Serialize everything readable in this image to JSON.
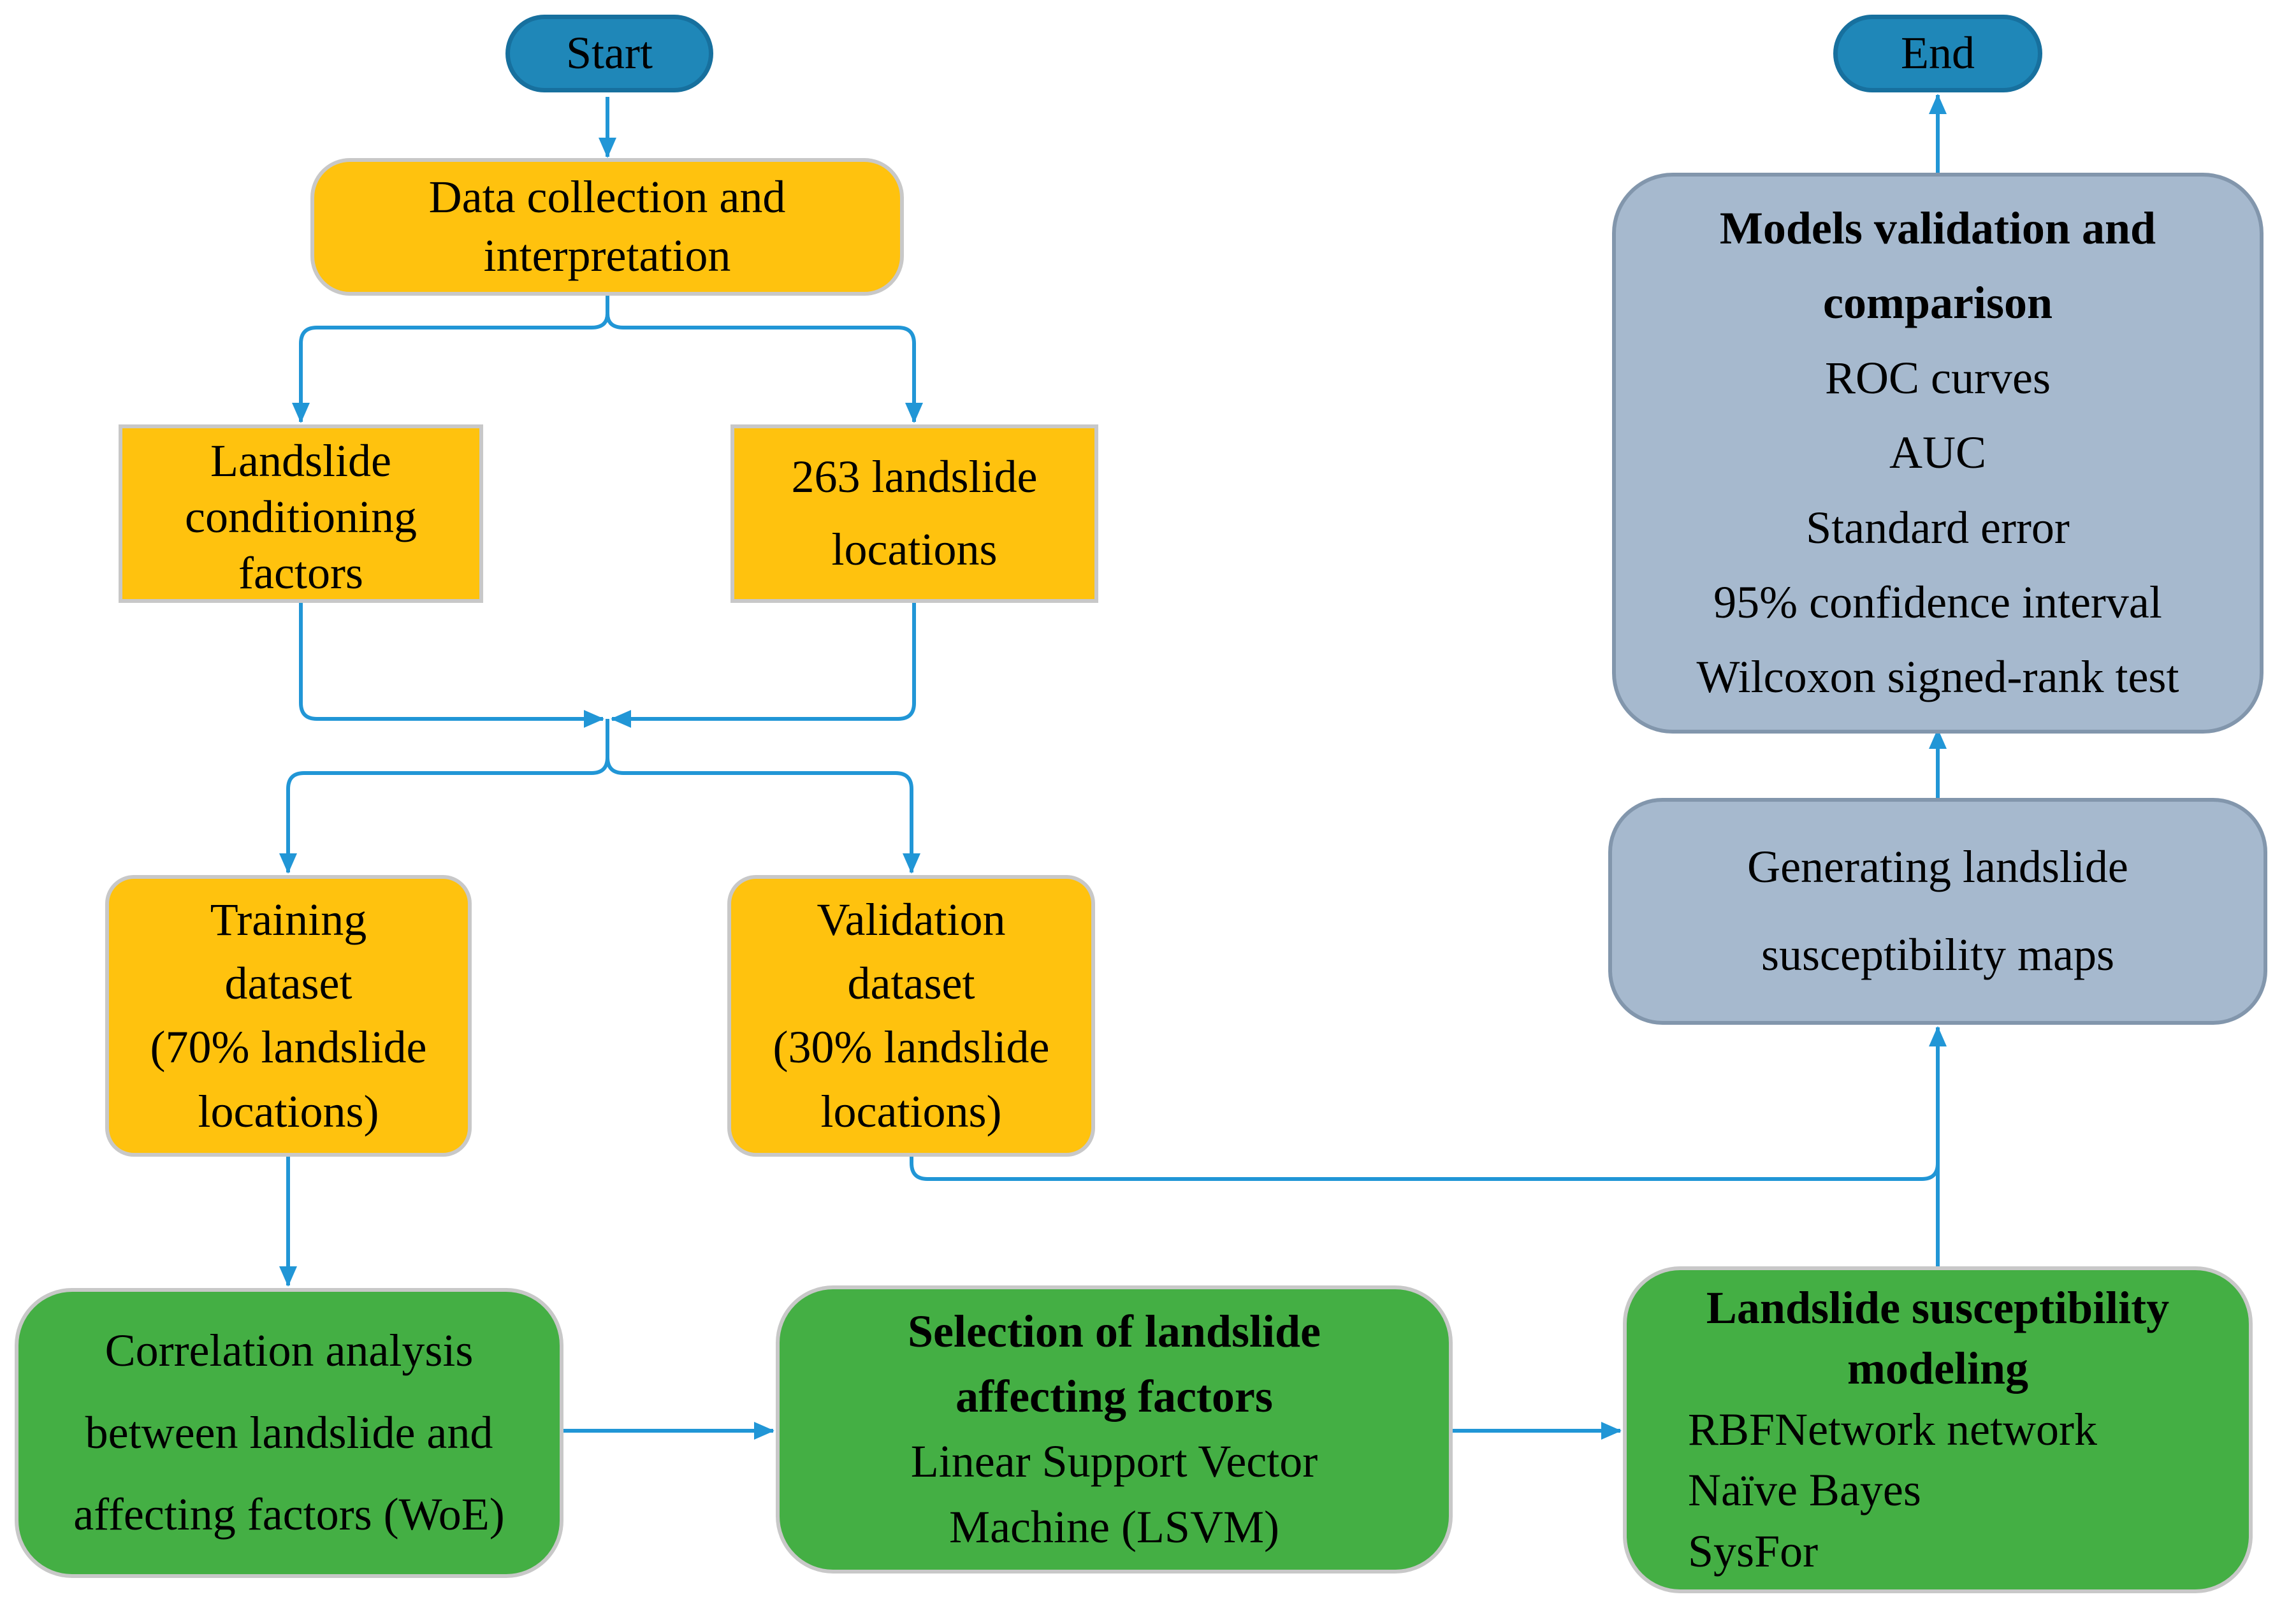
{
  "colors": {
    "arrow": "#2196D6",
    "node-yellow": "#FFC20E",
    "node-green": "#44AF44",
    "node-bluegray": "#A6B9CE",
    "node-blue": "#1F87B8",
    "border-gray": "#C8C8C8",
    "border-blue": "#17709E",
    "border-bluegray": "#8296AC",
    "text": "#000000"
  },
  "nodes": {
    "start": {
      "label": "Start"
    },
    "data_collection": {
      "lines": [
        "Data collection and",
        "interpretation"
      ]
    },
    "conditioning_factors": {
      "lines": [
        "Landslide",
        "conditioning",
        "factors"
      ]
    },
    "landslide_locations": {
      "lines": [
        "263 landslide",
        "locations"
      ]
    },
    "training_dataset": {
      "lines": [
        "Training",
        "dataset",
        "(70% landslide",
        "locations)"
      ]
    },
    "validation_dataset": {
      "lines": [
        "Validation",
        "dataset",
        "(30% landslide",
        "locations)"
      ]
    },
    "correlation_analysis": {
      "lines": [
        "Correlation analysis",
        "between landslide and",
        "affecting factors (WoE)"
      ]
    },
    "factor_selection": {
      "title_lines": [
        "Selection of landslide",
        "affecting factors"
      ],
      "lines": [
        "Linear Support Vector",
        "Machine (LSVM)"
      ]
    },
    "susceptibility_modeling": {
      "title_lines": [
        "Landslide susceptibility",
        "modeling"
      ],
      "items": [
        "RBFNetwork network",
        "Naïve Bayes",
        "SysFor"
      ]
    },
    "generating_maps": {
      "lines": [
        "Generating landslide",
        "susceptibility maps"
      ]
    },
    "models_validation": {
      "title_lines": [
        "Models validation and",
        "comparison"
      ],
      "items": [
        "ROC curves",
        "AUC",
        "Standard error",
        "95% confidence interval",
        "Wilcoxon signed-rank test"
      ]
    },
    "end": {
      "label": "End"
    }
  }
}
